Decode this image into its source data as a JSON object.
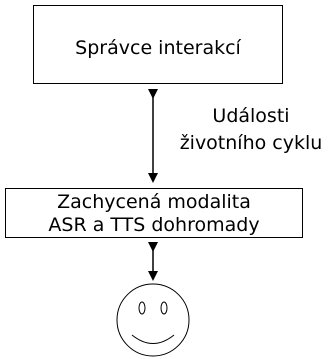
{
  "nodes": {
    "interaction_manager": "Správce interakcí",
    "captured_modality": {
      "line1": "Zachycená modalita",
      "line2": "ASR a TTS dohromady"
    }
  },
  "edges": {
    "lifecycle_events": {
      "line1": "Události",
      "line2": "životního cyklu"
    }
  },
  "icons": {
    "user": "smiley-face-icon"
  },
  "colors": {
    "stroke": "#000000",
    "background": "#ffffff"
  }
}
